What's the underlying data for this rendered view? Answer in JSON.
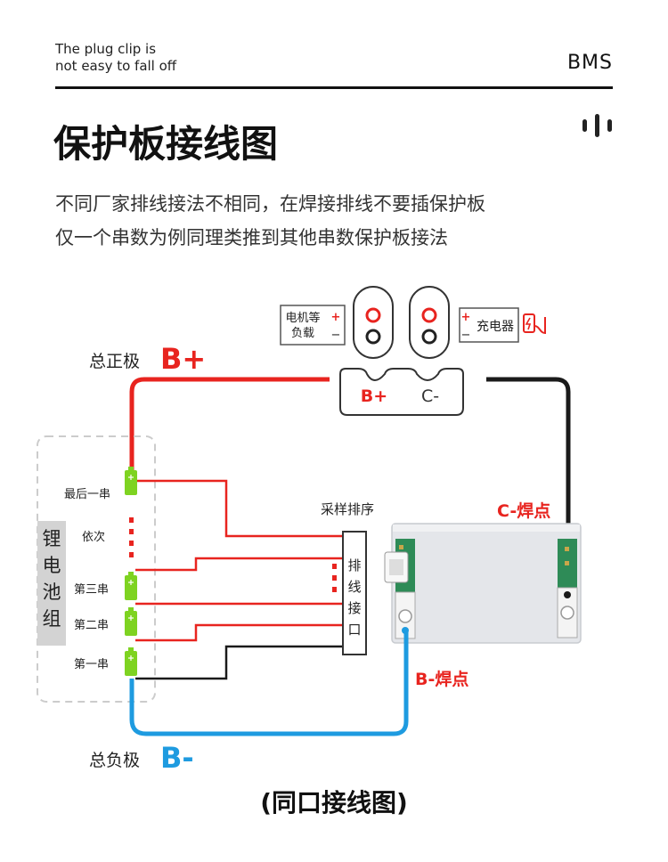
{
  "header": {
    "tagline_line1": "The plug clip is",
    "tagline_line2": "not easy to fall off",
    "brand": "BMS"
  },
  "title": "保护板接线图",
  "intro": {
    "line1": "不同厂家排线接法不相同，在焊接排线不要插保护板",
    "line2": "仅一个串数为例同理类推到其他串数保护板接法"
  },
  "diagram": {
    "load_label_line1": "电机等",
    "load_label_line2": "负载",
    "charger_label": "充电器",
    "terminal_bplus": "B+",
    "terminal_cminus": "C-",
    "total_positive_label": "总正极",
    "total_positive_symbol": "B+",
    "total_negative_label": "总负极",
    "total_negative_symbol": "B-",
    "battery_pack_label": [
      "锂",
      "电",
      "池",
      "组"
    ],
    "cell_last": "最后一串",
    "cell_sequence": "依次",
    "cell_third": "第三串",
    "cell_second": "第二串",
    "cell_first": "第一串",
    "sampling_label": "采样排序",
    "connector_label": [
      "排",
      "线",
      "接",
      "口"
    ],
    "c_solder_label": "C-焊点",
    "b_solder_label": "B-焊点",
    "plus_sign": "+",
    "minus_sign": "−",
    "colors": {
      "red": "#e8241f",
      "black": "#1a1a1a",
      "blue": "#1e9be0",
      "cell_green": "#7ed321",
      "dashed_gray": "#cccccc",
      "pack_gray": "#d3d3d3"
    }
  },
  "caption": "(同口接线图)"
}
